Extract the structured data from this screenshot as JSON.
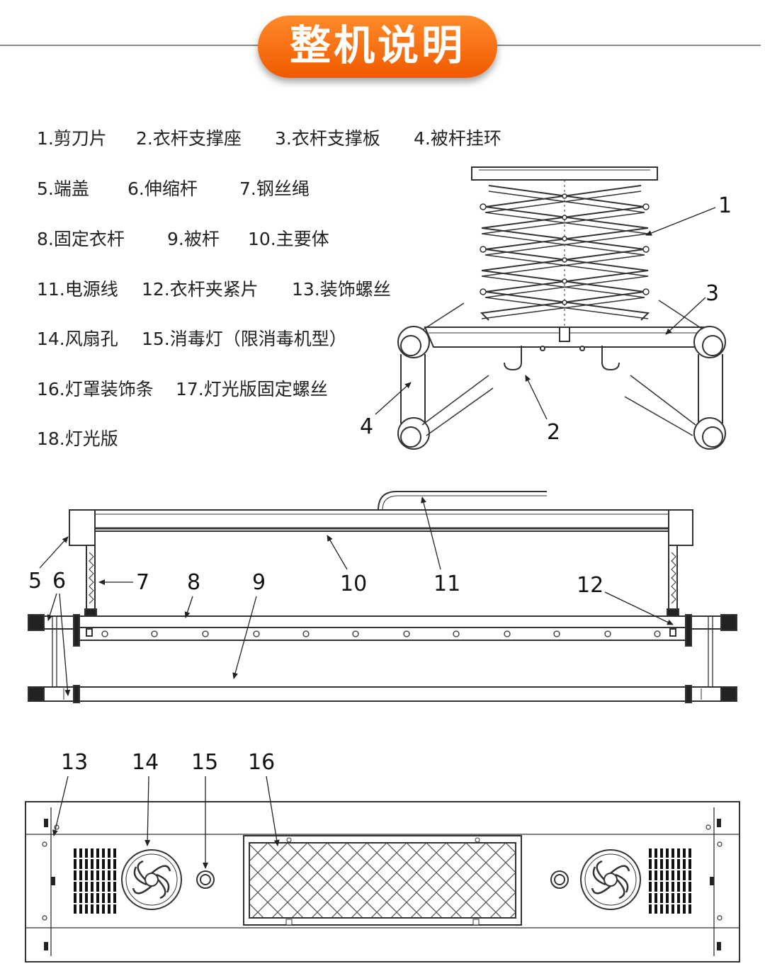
{
  "title": "整机说明",
  "parts": [
    "1.剪刀片",
    "2.衣杆支撑座",
    "3.衣杆支撑板",
    "4.被杆挂环",
    "5.端盖",
    "6.伸缩杆",
    "7.钢丝绳",
    "8.固定衣杆",
    "9.被杆",
    "10.主要体",
    "11.电源线",
    "12.衣杆夹紧片",
    "13.装饰螺丝",
    "14.风扇孔",
    "15.消毒灯（限消毒机型）",
    "16.灯罩装饰条",
    "17.灯光版固定螺丝",
    "18.灯光版"
  ],
  "callouts": {
    "top": [
      "1",
      "2",
      "3",
      "4"
    ],
    "middle": [
      "5",
      "6",
      "7",
      "8",
      "9",
      "10",
      "11",
      "12"
    ],
    "bottom": [
      "13",
      "14",
      "15",
      "16"
    ]
  },
  "colors": {
    "accent": "#f26a10",
    "line": "#333333"
  }
}
